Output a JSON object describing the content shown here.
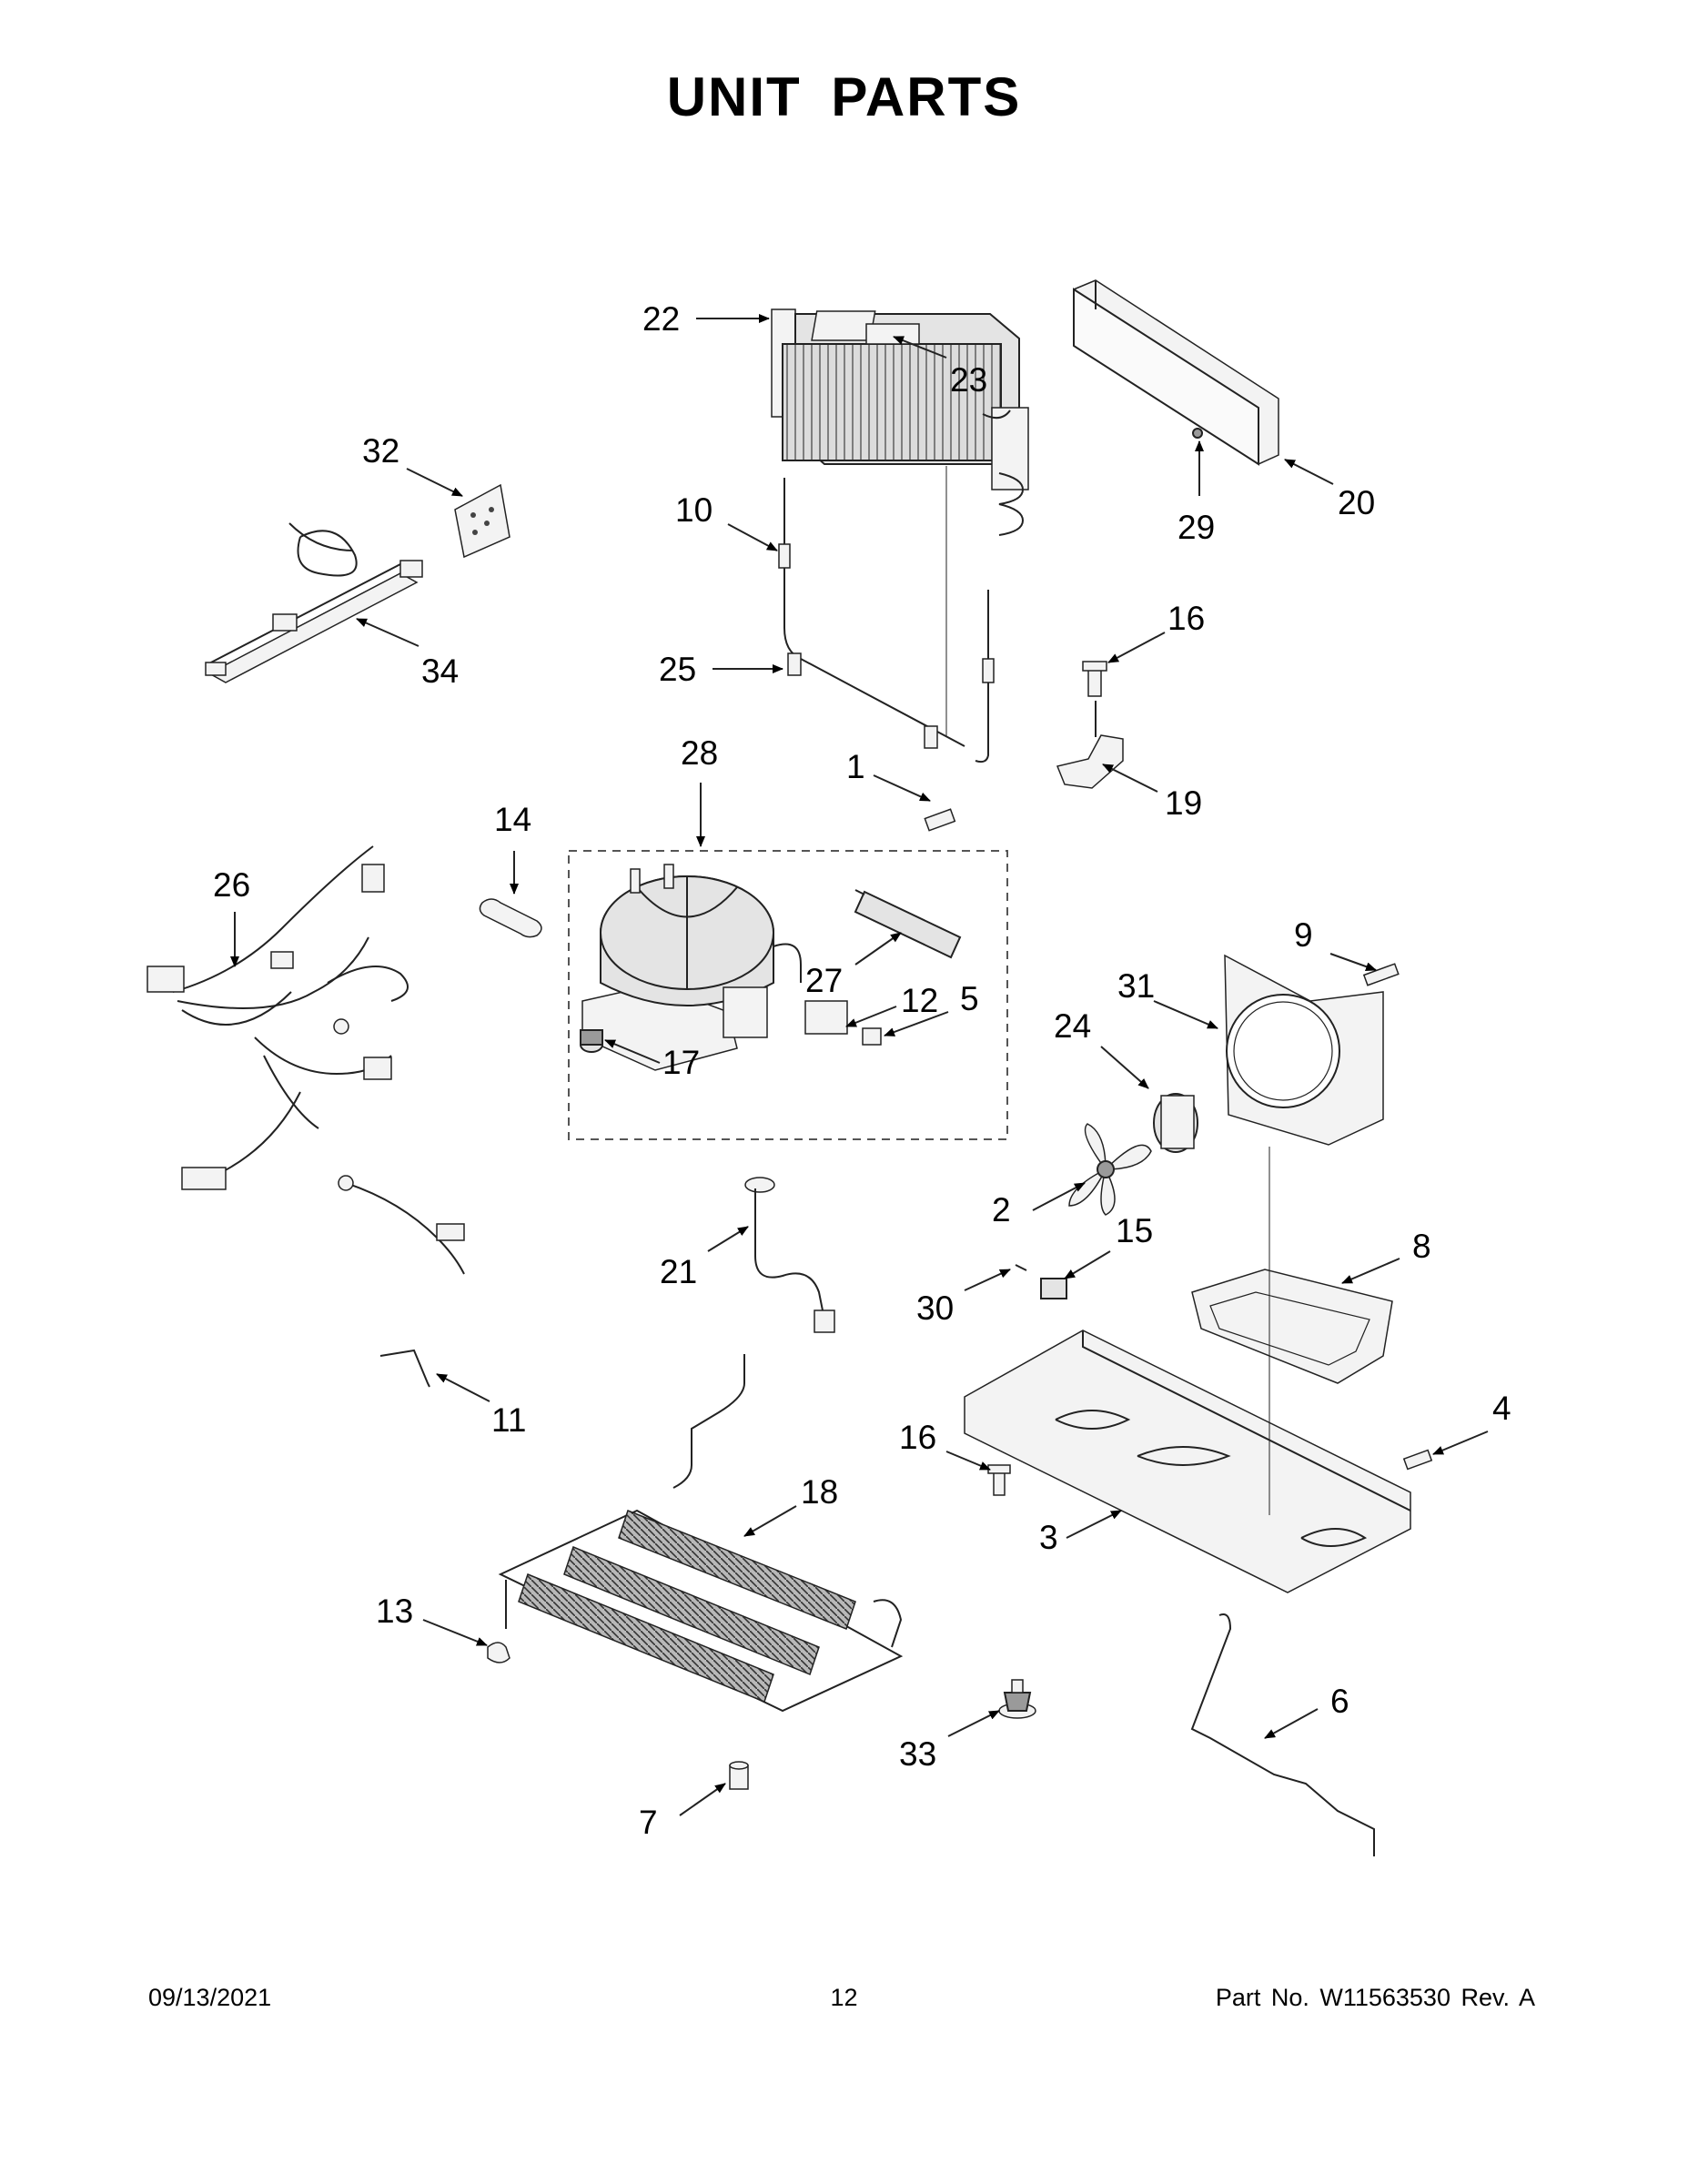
{
  "page": {
    "title": "UNIT PARTS",
    "footer": {
      "date": "09/13/2021",
      "page_number": "12",
      "part_number": "Part No.  W11563530  Rev.  A"
    }
  },
  "callouts": [
    "1",
    "2",
    "3",
    "4",
    "5",
    "6",
    "7",
    "8",
    "9",
    "10",
    "11",
    "12",
    "13",
    "14",
    "15",
    "16",
    "16",
    "17",
    "18",
    "19",
    "20",
    "21",
    "22",
    "23",
    "24",
    "25",
    "26",
    "27",
    "28",
    "29",
    "30",
    "31",
    "32",
    "33",
    "34"
  ]
}
